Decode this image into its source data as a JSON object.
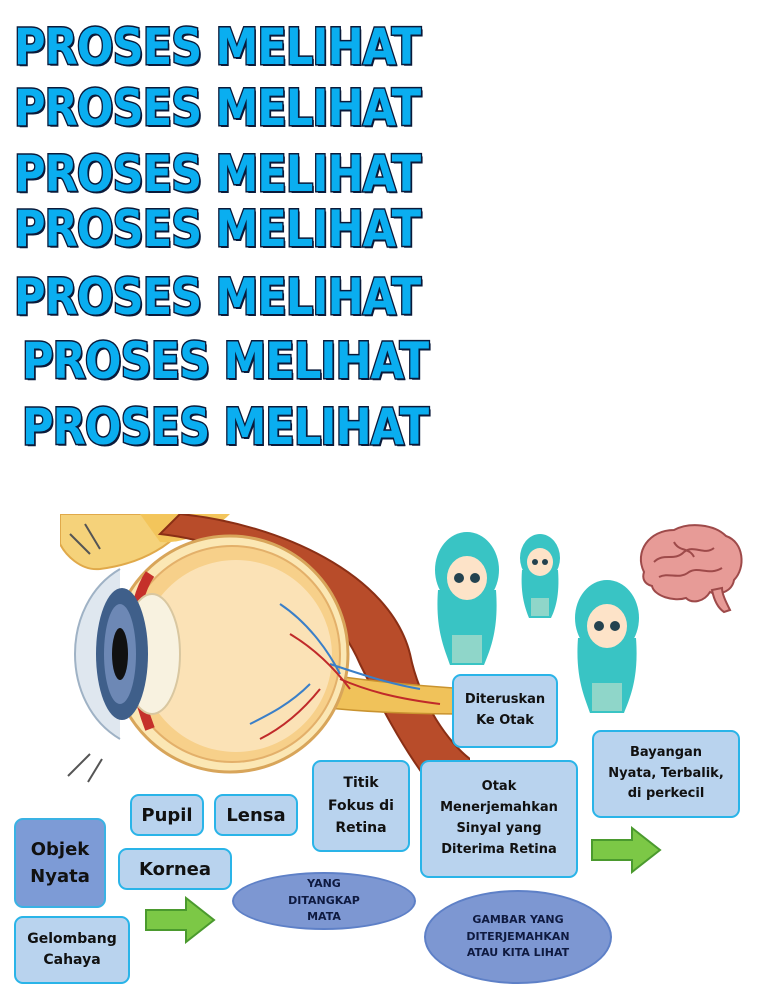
{
  "title_lines": [
    "PROSES MELIHAT",
    "PROSES MELIHAT",
    "PROSES MELIHAT",
    "PROSES MELIHAT",
    "PROSES MELIHAT",
    "PROSES MELIHAT",
    "PROSES MELIHAT"
  ],
  "boxes": {
    "objek": "Objek Nyata",
    "gelombang": "Gelombang Cahaya",
    "pupil": "Pupil",
    "lensa": "Lensa",
    "kornea": "Kornea",
    "titik": "Titik Fokus di Retina",
    "otak": "Otak Menerjemahkan Sinyal yang Diterima Retina",
    "diteruskan": "Diteruskan Ke Otak",
    "bayangan": "Bayangan Nyata, Terbalik, di perkecil"
  },
  "ovals": {
    "ditangkap": "YANG DITANGKAP MATA",
    "gambar": "GAMBAR YANG DITERJEMAHKAN ATAU KITA LIHAT"
  },
  "colors": {
    "title_fill": "#0aaef0",
    "box_fill": "#b9d3ee",
    "box_border": "#2ab4e8",
    "oval_fill": "#7d97d2",
    "arrow": "#7cc846"
  }
}
